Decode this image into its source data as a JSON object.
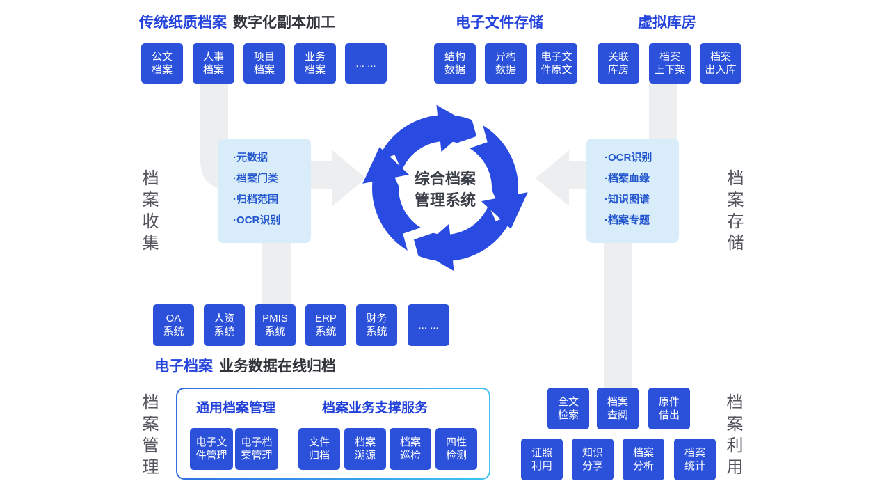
{
  "colors": {
    "node_blue": "#2B51DB",
    "ring_blue": "#2A4BE2",
    "header_blue": "#2443DC",
    "dark_text": "#33353C",
    "panel_bg": "#D8EDF9",
    "panel_text": "#2356CE",
    "gray_flow": "#EDEEF0",
    "side_label_gray": "#54555C",
    "border_gradient": [
      "#2F6BE4",
      "#3EC6F0"
    ]
  },
  "top_left": {
    "title_highlight": "传统纸质档案",
    "title_rest": "数字化副本加工",
    "boxes": [
      "公文\n档案",
      "人事\n档案",
      "项目\n档案",
      "业务\n档案",
      "... ..."
    ]
  },
  "top_mid": {
    "title": "电子文件存储",
    "boxes": [
      "结构\n数据",
      "异构\n数据",
      "电子文\n件原文"
    ]
  },
  "top_right": {
    "title": "虚拟库房",
    "boxes": [
      "关联\n库房",
      "档案\n上下架",
      "档案\n出入库"
    ]
  },
  "center": {
    "label": "综合档案\n管理系统"
  },
  "left_panel": {
    "items": [
      "·元数据",
      "·档案门类",
      "·归档范围",
      "·OCR识别"
    ]
  },
  "right_panel": {
    "items": [
      "·OCR识别",
      "·档案血缘",
      "·知识图谱",
      "·档案专题"
    ]
  },
  "side_labels": {
    "collect": "档案收集",
    "store": "档案存储",
    "manage": "档案管理",
    "use": "档案利用"
  },
  "systems": {
    "boxes": [
      "OA\n系统",
      "人资\n系统",
      "PMIS\n系统",
      "ERP\n系统",
      "财务\n系统",
      "... ..."
    ],
    "title_highlight": "电子档案",
    "title_rest": "业务数据在线归档"
  },
  "management": {
    "group1_title": "通用档案管理",
    "group1_boxes": [
      "电子文\n件管理",
      "电子档\n案管理"
    ],
    "group2_title": "档案业务支撑服务",
    "group2_boxes": [
      "文件\n归档",
      "档案\n溯源",
      "档案\n巡检",
      "四性\n检测"
    ]
  },
  "utilization": {
    "row1": [
      "全文\n检索",
      "档案\n查阅",
      "原件\n借出"
    ],
    "row2": [
      "证照\n利用",
      "知识\n分享",
      "档案\n分析",
      "档案\n统计"
    ]
  }
}
